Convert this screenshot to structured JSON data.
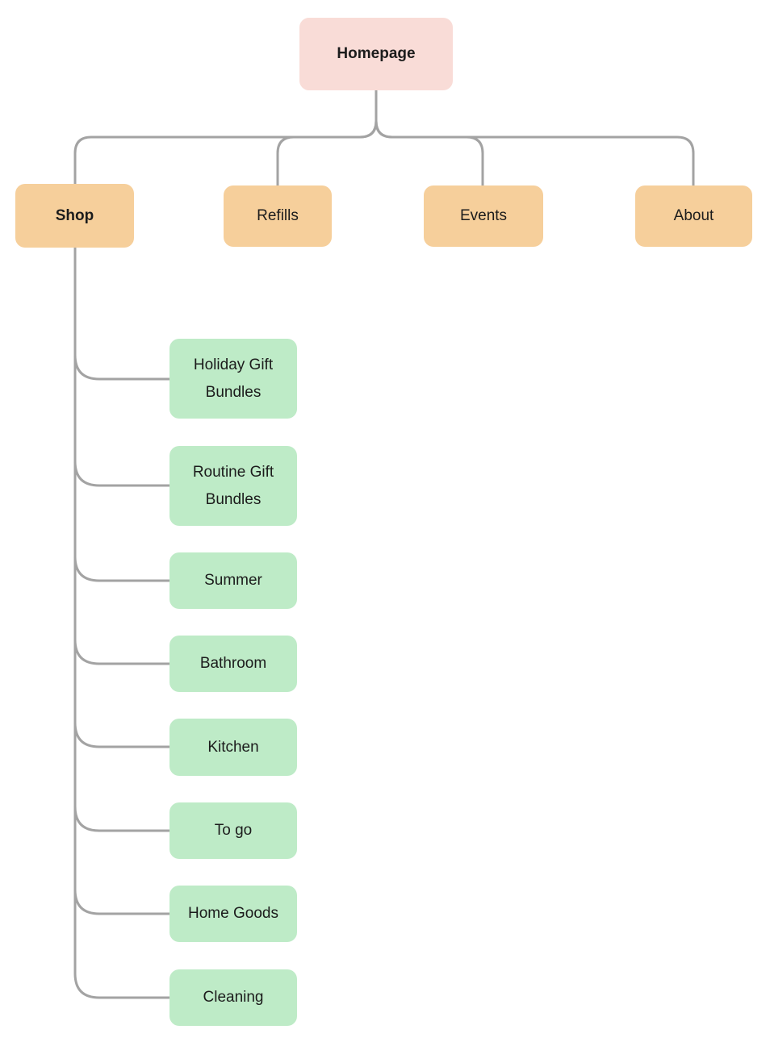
{
  "diagram": {
    "type": "sitemap-tree",
    "background_color": "#ffffff",
    "connector_color": "#a3a3a3",
    "node_colors": {
      "root": "#f9dcd7",
      "level1": "#f6cf9b",
      "level2": "#beebc7"
    },
    "root": {
      "label": "Homepage",
      "bold": true
    },
    "level1": [
      {
        "label": "Shop",
        "bold": true
      },
      {
        "label": "Refills",
        "bold": false
      },
      {
        "label": "Events",
        "bold": false
      },
      {
        "label": "About",
        "bold": false
      }
    ],
    "shop_children": [
      {
        "label": "Holiday Gift Bundles"
      },
      {
        "label": "Routine Gift Bundles"
      },
      {
        "label": "Summer"
      },
      {
        "label": "Bathroom"
      },
      {
        "label": "Kitchen"
      },
      {
        "label": "To go"
      },
      {
        "label": "Home Goods"
      },
      {
        "label": "Cleaning"
      }
    ]
  }
}
